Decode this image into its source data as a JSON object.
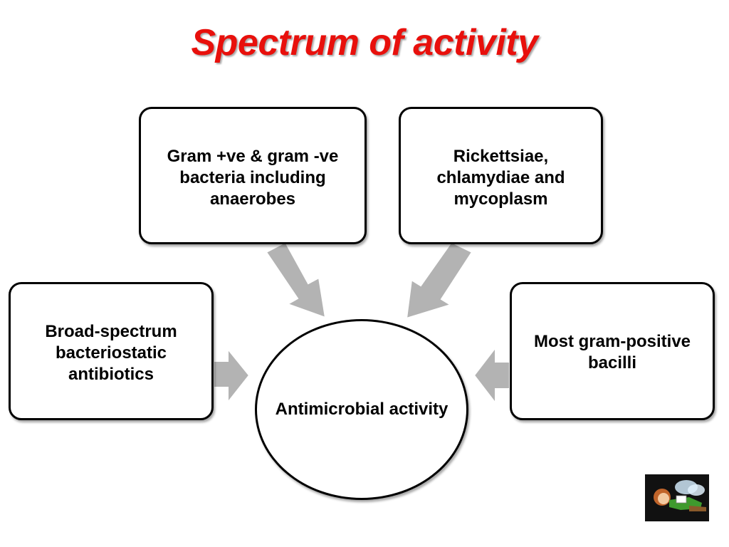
{
  "title": "Spectrum of activity",
  "colors": {
    "title": "#e8100c",
    "arrow": "#b3b3b3",
    "border": "#000000"
  },
  "nodes": {
    "top_left": {
      "lines": [
        "Gram +ve & gram -ve",
        "bacteria including",
        "anaerobes"
      ]
    },
    "top_right": {
      "lines": [
        "Rickettsiae,",
        "chlamydiae and",
        "mycoplasm"
      ]
    },
    "left": {
      "lines": [
        "Broad-spectrum",
        "bacteriostatic",
        "antibiotics"
      ]
    },
    "right": {
      "lines": [
        "Most gram-positive",
        "bacilli"
      ]
    },
    "center": {
      "lines": [
        "Antimicrobial",
        "activity"
      ]
    }
  },
  "icons": {
    "mascot": "fairy-mascot-icon"
  }
}
